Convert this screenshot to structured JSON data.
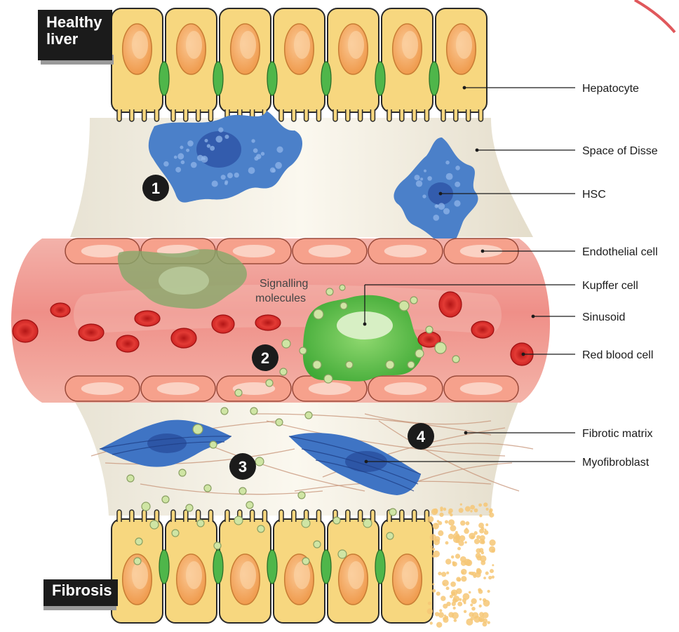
{
  "header": {
    "healthy_label_line1": "Healthy",
    "healthy_label_line2": "liver"
  },
  "footer": {
    "fibrosis_label": "Fibrosis"
  },
  "annotations": {
    "signalling_line1": "Signalling",
    "signalling_line2": "molecules"
  },
  "steps": [
    "1",
    "2",
    "3",
    "4"
  ],
  "labels": {
    "hepatocyte": "Hepatocyte",
    "space_of_disse": "Space of Disse",
    "hsc": "HSC",
    "endothelial_cell": "Endothelial cell",
    "kupffer_cell": "Kupffer cell",
    "sinusoid": "Sinusoid",
    "red_blood_cell": "Red blood cell",
    "fibrotic_matrix": "Fibrotic matrix",
    "myofibroblast": "Myofibroblast"
  },
  "colors": {
    "hepatocyte_fill": "#f7d77f",
    "hepatocyte_nucleus": "#f2a85c",
    "space_fill": "#f4efe2",
    "sinusoid_fill": "#f19b94",
    "endothelial_fill": "#f6a18c",
    "hsc_blue": "#4a7fc9",
    "kupffer_green": "#5cc24a",
    "rbc_red": "#d42a2a",
    "molecule_green": "#cfe5a4",
    "fibre_brown": "#c69176",
    "accent_arc": "#e0585c"
  }
}
